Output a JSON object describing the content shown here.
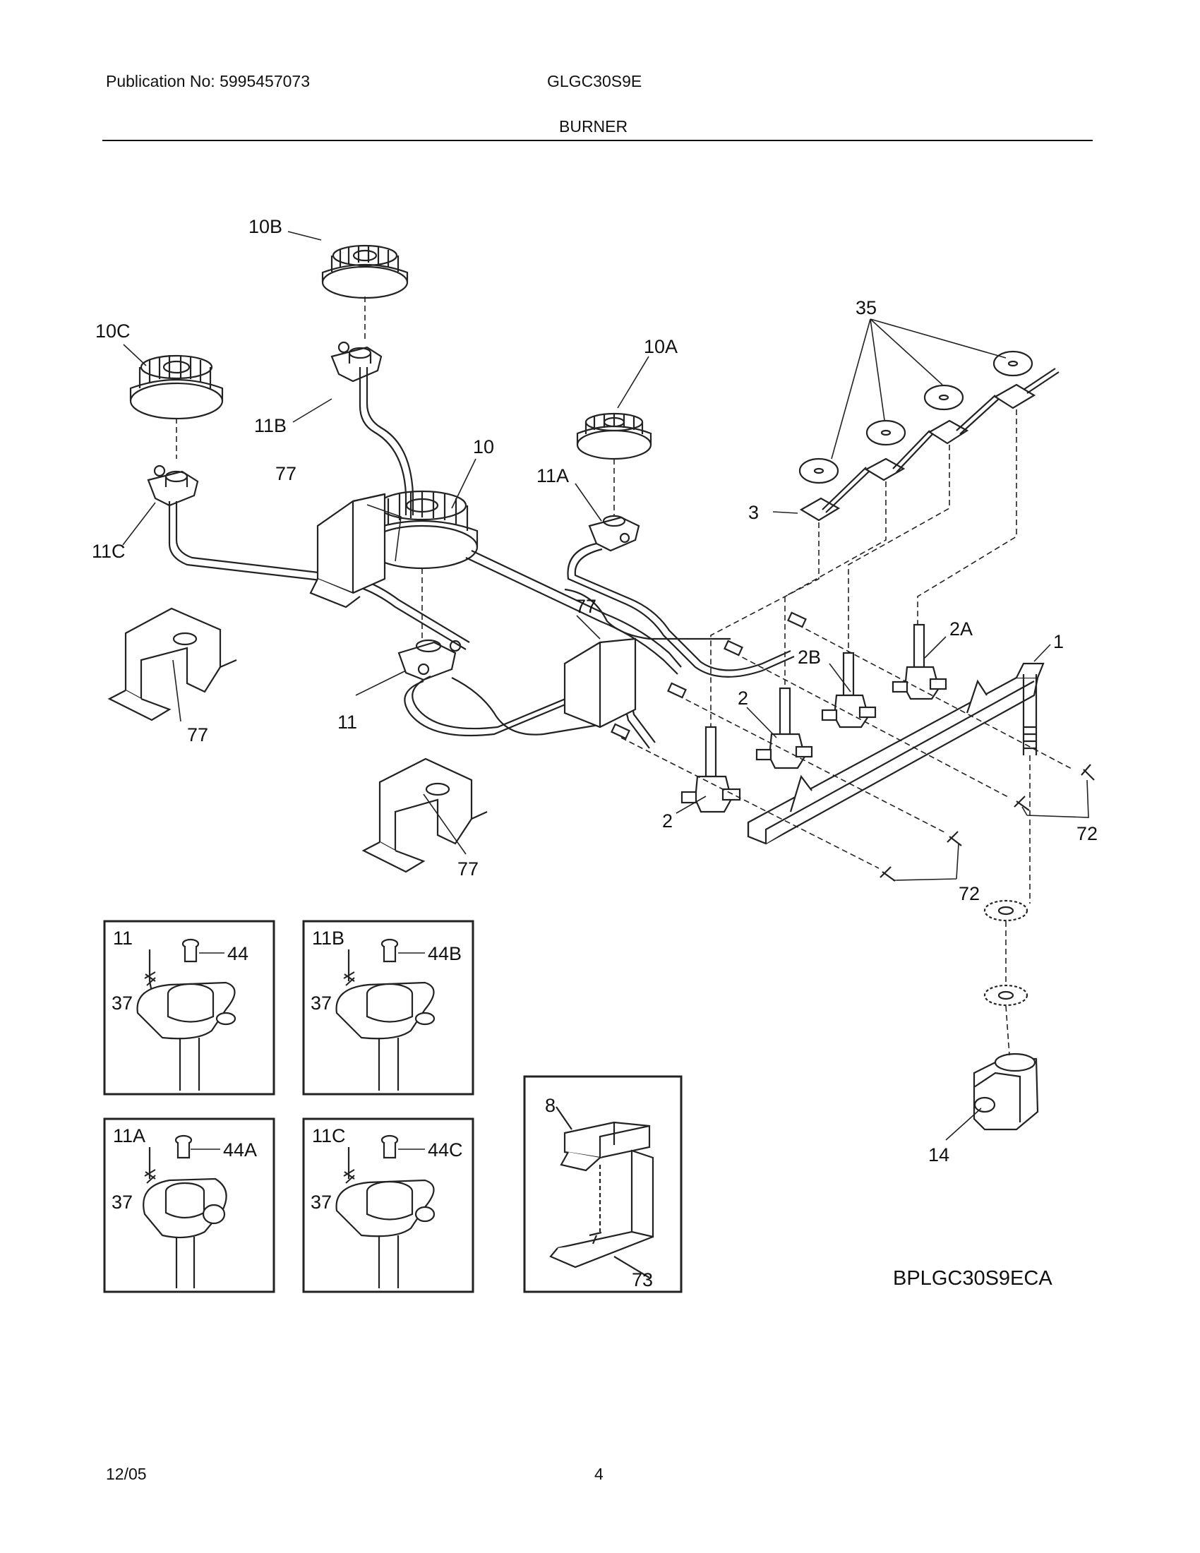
{
  "header": {
    "publication": "Publication No: 5995457073",
    "model": "GLGC30S9E",
    "section": "BURNER"
  },
  "diagram_code": "BPLGC30S9ECA",
  "footer": {
    "date": "12/05",
    "page": "4"
  },
  "callouts": {
    "c10B": "10B",
    "c10C": "10C",
    "c10A": "10A",
    "c10": "10",
    "c11B": "11B",
    "c11C": "11C",
    "c11A": "11A",
    "c11": "11",
    "c35": "35",
    "c3": "3",
    "c77a": "77",
    "c77b": "77",
    "c77c": "77",
    "c77d": "77",
    "c2A": "2A",
    "c2B": "2B",
    "c2a": "2",
    "c2b": "2",
    "c1": "1",
    "c72a": "72",
    "c72b": "72",
    "c14": "14"
  },
  "insets": [
    {
      "title": "11",
      "cap": "44",
      "screw": "37"
    },
    {
      "title": "11B",
      "cap": "44B",
      "screw": "37"
    },
    {
      "title": "11A",
      "cap": "44A",
      "screw": "37"
    },
    {
      "title": "11C",
      "cap": "44C",
      "screw": "37"
    }
  ],
  "ignitor_inset": {
    "module": "8",
    "bracket": "73"
  }
}
